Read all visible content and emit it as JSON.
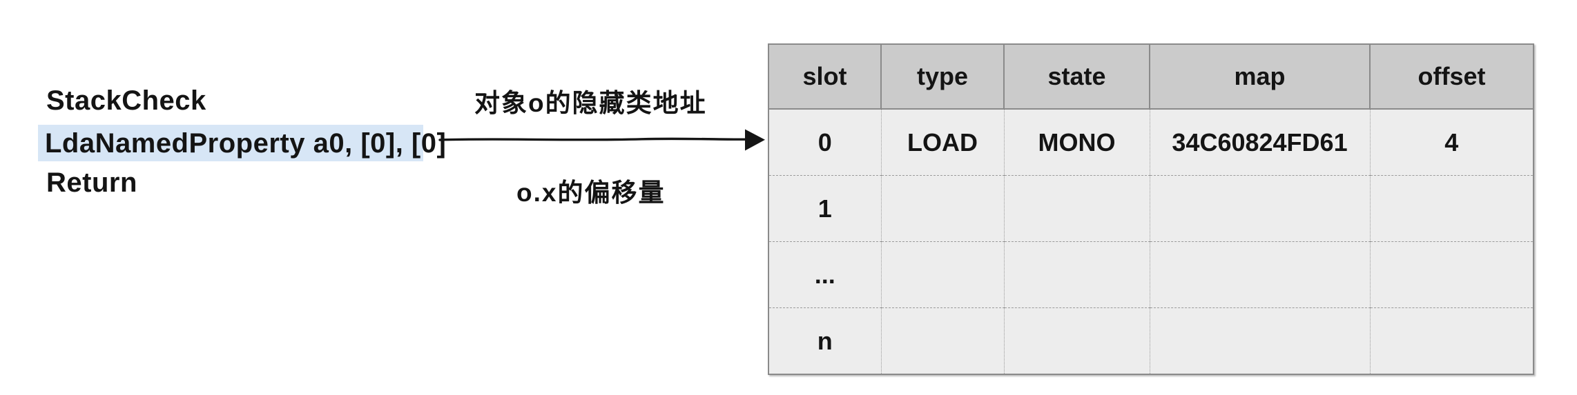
{
  "bytecode": {
    "lines": [
      {
        "text": "StackCheck",
        "highlighted": false
      },
      {
        "text": "LdaNamedProperty a0, [0], [0]",
        "highlighted": true
      },
      {
        "text": "Return",
        "highlighted": false
      }
    ]
  },
  "arrow": {
    "label_top": "对象o的隐藏类地址",
    "label_bottom": "o.x的偏移量"
  },
  "feedback_table": {
    "headers": [
      "slot",
      "type",
      "state",
      "map",
      "offset"
    ],
    "rows": [
      [
        "0",
        "LOAD",
        "MONO",
        "34C60824FD61",
        "4"
      ],
      [
        "1",
        "",
        "",
        "",
        ""
      ],
      [
        "...",
        "",
        "",
        "",
        ""
      ],
      [
        "n",
        "",
        "",
        "",
        ""
      ]
    ]
  },
  "colors": {
    "highlight": "#d7e6f6",
    "table_header_bg": "#cbcbcb",
    "table_body_bg": "#ededed",
    "table_border": "#8a8a8a",
    "arrow": "#151515",
    "text": "#141414"
  }
}
